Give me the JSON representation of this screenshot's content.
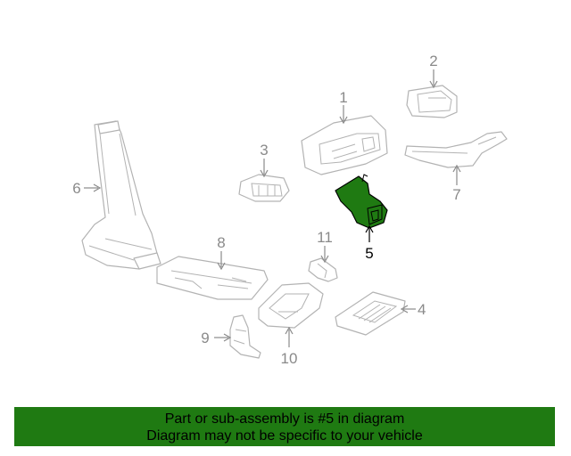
{
  "diagram": {
    "highlight_color": "#1f7a12",
    "line_color": "#b3b3b3",
    "callout_color": "#8a8a8a",
    "callouts": [
      {
        "id": "1",
        "label": "1"
      },
      {
        "id": "2",
        "label": "2"
      },
      {
        "id": "3",
        "label": "3"
      },
      {
        "id": "4",
        "label": "4"
      },
      {
        "id": "5",
        "label": "5",
        "highlighted": true
      },
      {
        "id": "6",
        "label": "6"
      },
      {
        "id": "7",
        "label": "7"
      },
      {
        "id": "8",
        "label": "8"
      },
      {
        "id": "9",
        "label": "9"
      },
      {
        "id": "10",
        "label": "10"
      },
      {
        "id": "11",
        "label": "11"
      }
    ]
  },
  "footer": {
    "line1": "Part or sub-assembly is #5 in diagram",
    "line2": "Diagram may not be specific to your vehicle",
    "background": "#1f7a12"
  }
}
